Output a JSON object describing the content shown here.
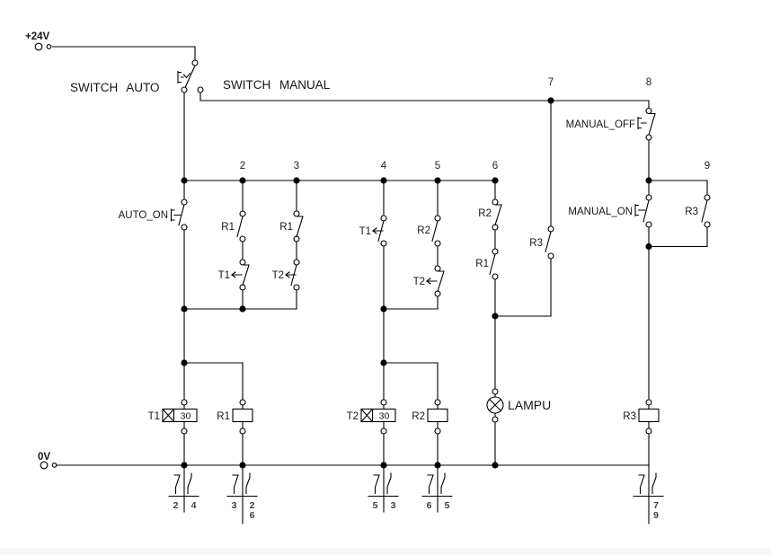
{
  "labels": {
    "supply_plus": "+24V",
    "supply_zero": "0V",
    "switch_auto": "SWITCH AUTO",
    "switch_manual": "SWITCH MANUAL"
  },
  "rungs": {
    "n2": "2",
    "n3": "3",
    "n4": "4",
    "n5": "5",
    "n6": "6",
    "n7": "7",
    "n8": "8",
    "n9": "9"
  },
  "contacts": {
    "auto_on": "AUTO_ON",
    "manual_off": "MANUAL_OFF",
    "manual_on": "MANUAL_ON",
    "rung2_r1": "R1",
    "rung2_t1": "T1",
    "rung3_r1": "R1",
    "rung3_t2": "T2",
    "rung4_t1": "T1",
    "rung5_r2": "R2",
    "rung5_t2": "T2",
    "rung6_r2": "R2",
    "rung6_r1": "R1",
    "rung7_r3": "R3",
    "rung9_r3": "R3"
  },
  "coils": {
    "t1": {
      "name": "T1",
      "preset": "30"
    },
    "r1": {
      "name": "R1"
    },
    "t2": {
      "name": "T2",
      "preset": "30"
    },
    "r2": {
      "name": "R2"
    },
    "lamp": {
      "name": "LAMPU"
    },
    "r3": {
      "name": "R3"
    }
  },
  "cross_refs": {
    "t1": {
      "nc": "2",
      "no": "4"
    },
    "r1": {
      "nc": "3",
      "no_a": "2",
      "no_b": "6"
    },
    "t2": {
      "nc": "5",
      "no": "3"
    },
    "r2": {
      "nc": "6",
      "no": "5"
    },
    "r3": {
      "no_a": "7",
      "no_b": "9"
    }
  },
  "colors": {
    "wire": "#000000",
    "background": "#ffffff"
  }
}
